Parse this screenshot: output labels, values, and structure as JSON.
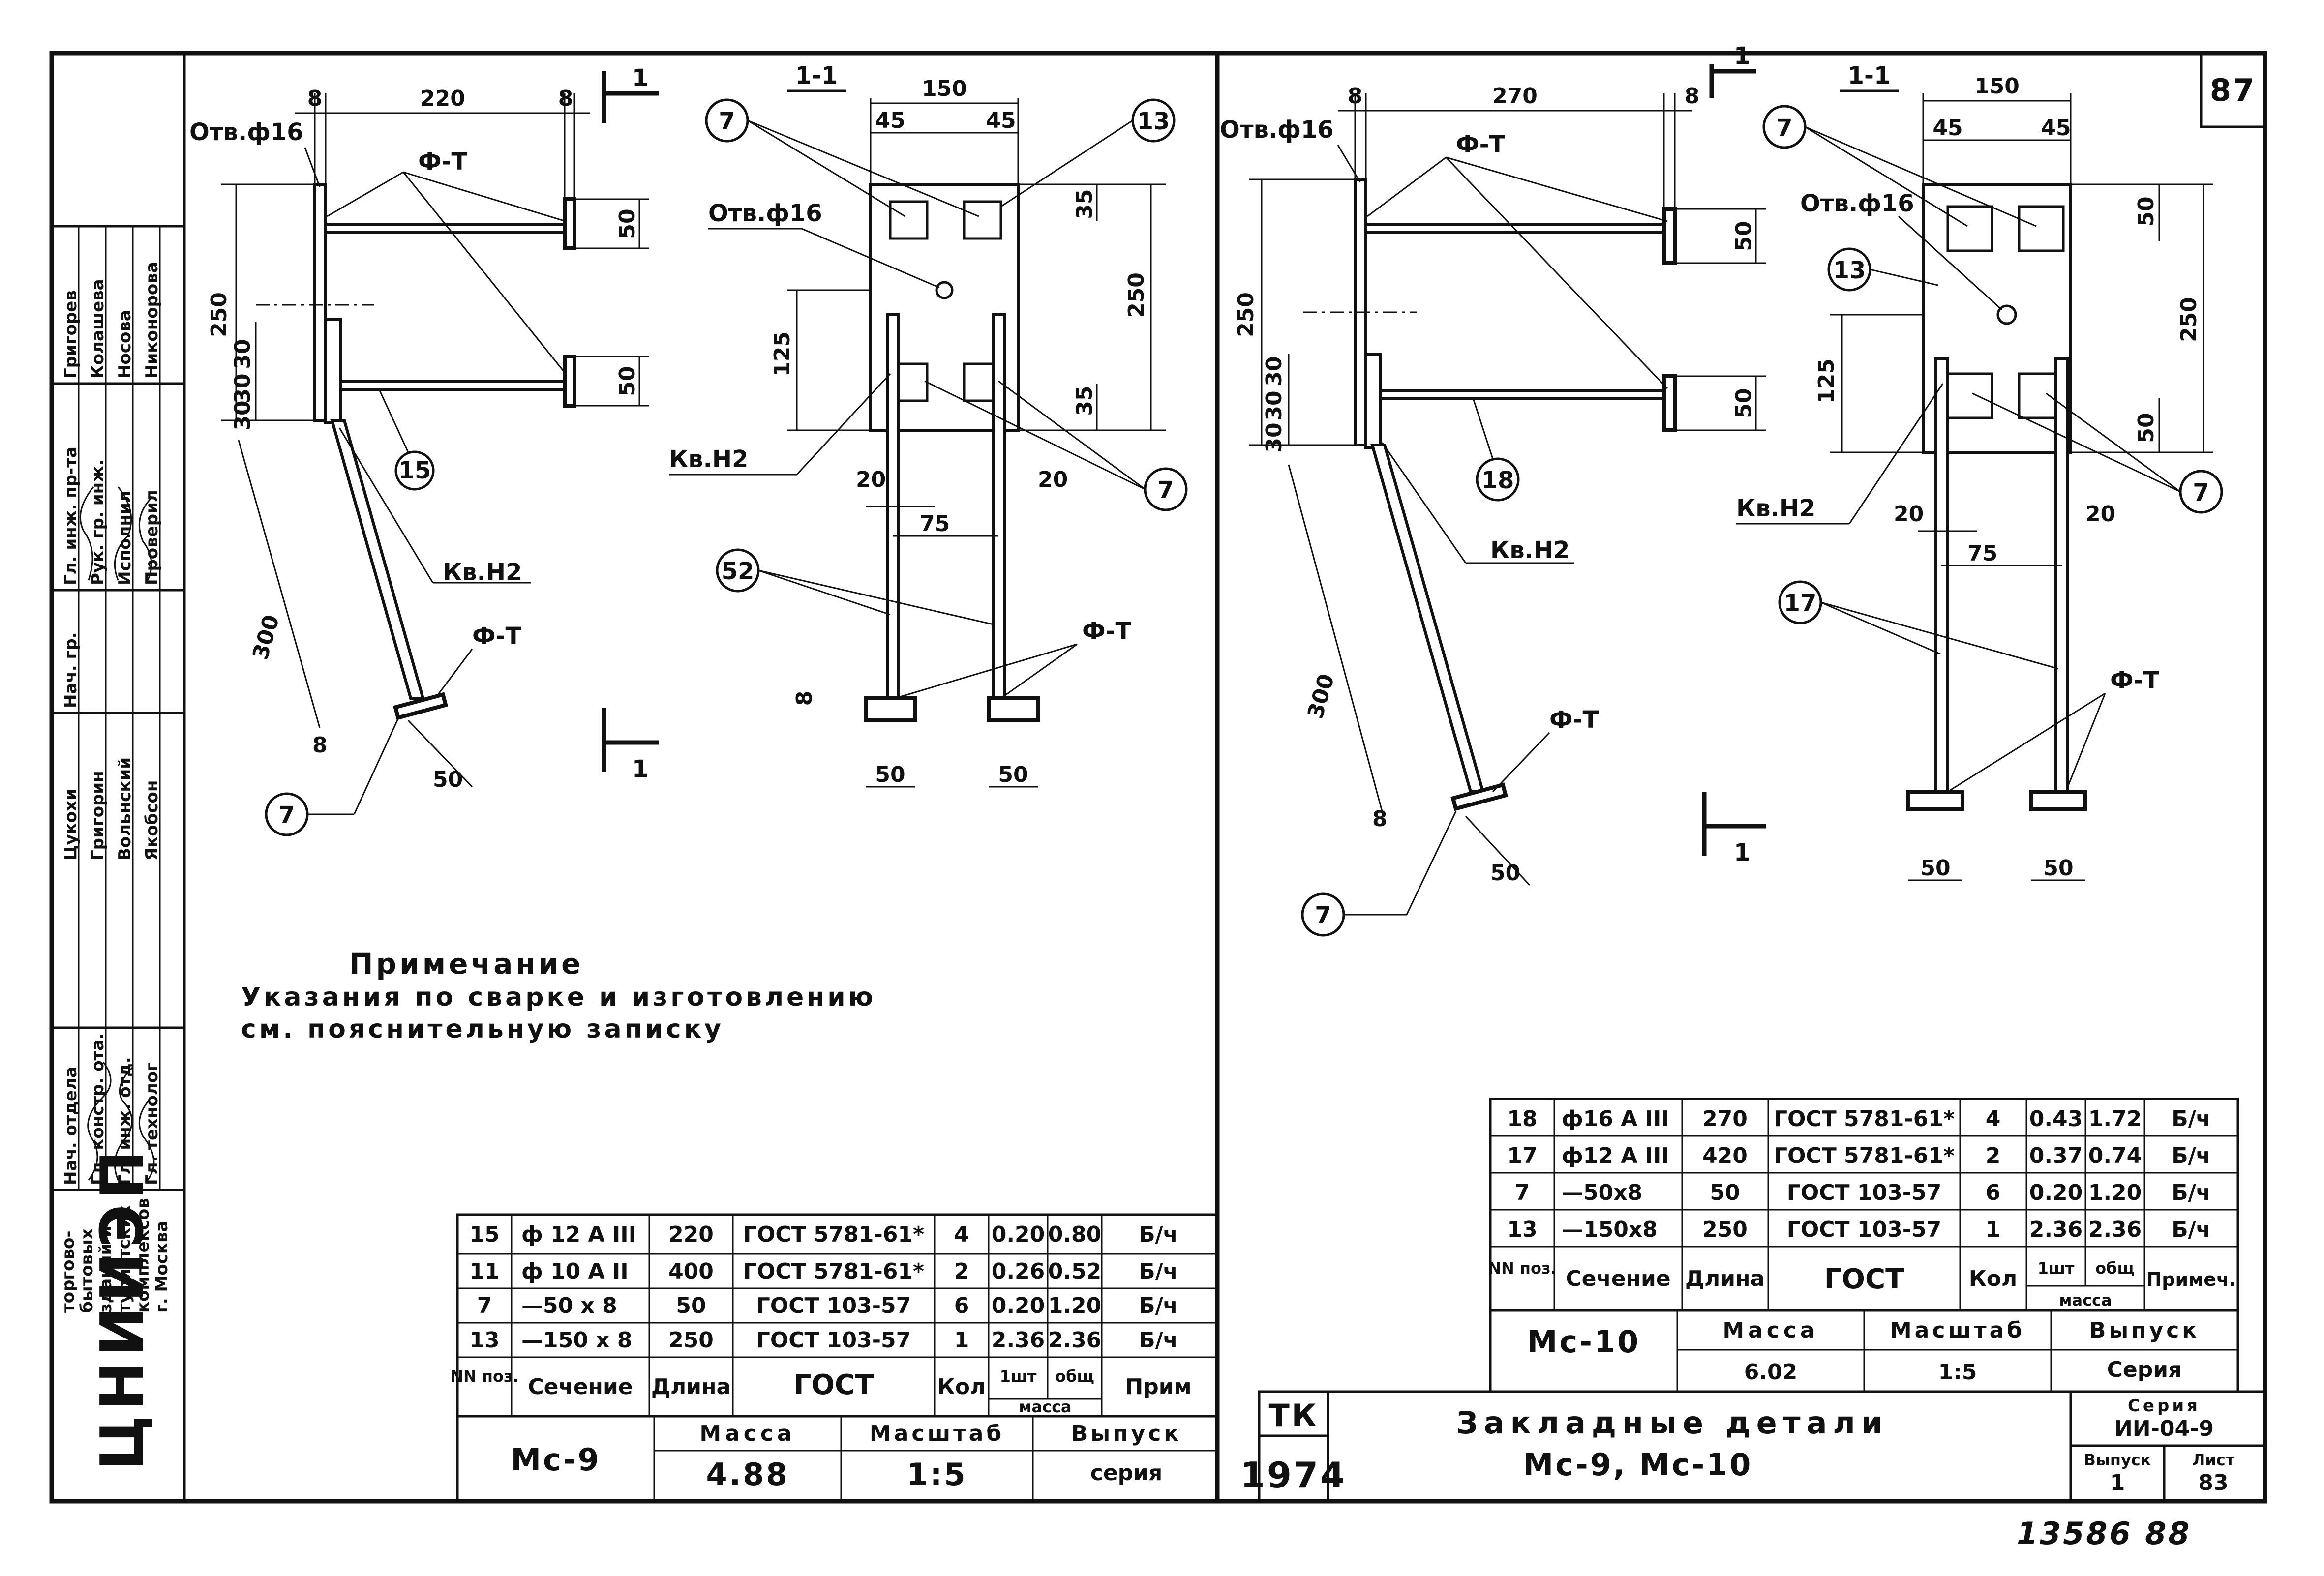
{
  "sheet_number": "87",
  "handwritten_number": "13586 88",
  "left": {
    "dims": {
      "w8a": "8",
      "w220": "220",
      "w8b": "8",
      "h250": "250",
      "h50a": "50",
      "h50b": "50",
      "h30a": "30",
      "h30b": "30",
      "h30c": "30",
      "l300": "300",
      "t8": "8",
      "w50": "50"
    },
    "labels": {
      "hole": "Отв.ф16",
      "ft1": "Ф-Т",
      "kv": "Кв.Н2",
      "ft2": "Ф-Т",
      "n15": "15",
      "n7": "7",
      "cut": "1"
    },
    "section": {
      "title": "1-1",
      "w150": "150",
      "w45a": "45",
      "w45b": "45",
      "h35a": "35",
      "h250": "250",
      "h35b": "35",
      "h125": "125",
      "w20a": "20",
      "w20b": "20",
      "w75": "75",
      "h8": "8",
      "w50a": "50",
      "w50b": "50",
      "hole": "Отв.ф16",
      "kv": "Кв.Н2",
      "ft": "Ф-Т",
      "n7a": "7",
      "n13": "13",
      "n7b": "7",
      "n52": "52"
    }
  },
  "right": {
    "dims": {
      "w8a": "8",
      "w270": "270",
      "w8b": "8",
      "h250": "250",
      "h50a": "50",
      "h50b": "50",
      "h30a": "30",
      "h30b": "30",
      "h30c": "30",
      "l300": "300",
      "t8": "8",
      "w50": "50"
    },
    "labels": {
      "hole": "Отв.ф16",
      "ft1": "Ф-Т",
      "kv": "Кв.Н2",
      "ft2": "Ф-Т",
      "n18": "18",
      "n7": "7",
      "cut": "1"
    },
    "section": {
      "title": "1-1",
      "w150": "150",
      "w45a": "45",
      "w45b": "45",
      "h50a": "50",
      "h250": "250",
      "h50b": "50",
      "h125": "125",
      "w20a": "20",
      "w20b": "20",
      "w75": "75",
      "w50a": "50",
      "w50b": "50",
      "hole": "Отв.ф16",
      "kv": "Кв.Н2",
      "ft": "Ф-Т",
      "n7a": "7",
      "n13": "13",
      "n7b": "7",
      "n17": "17"
    }
  },
  "note": {
    "title": "Примечание",
    "line1": "Указания по сварке и изготовлению",
    "line2": "см. пояснительную записку"
  },
  "table_left": {
    "rows": [
      [
        "15",
        "ф 12 А III",
        "220",
        "ГОСТ 5781-61*",
        "4",
        "0.20",
        "0.80",
        "Б/ч"
      ],
      [
        "11",
        "ф 10 А II",
        "400",
        "ГОСТ 5781-61*",
        "2",
        "0.26",
        "0.52",
        "Б/ч"
      ],
      [
        "7",
        "—50 х 8",
        "50",
        "ГОСТ 103-57",
        "6",
        "0.20",
        "1.20",
        "Б/ч"
      ],
      [
        "13",
        "—150 х 8",
        "250",
        "ГОСТ 103-57",
        "1",
        "2.36",
        "2.36",
        "Б/ч"
      ]
    ],
    "header": {
      "pos": "NN поз.",
      "section": "Сечение",
      "length": "Длина",
      "gost": "ГОСТ",
      "qty": "Кол",
      "one": "1шт",
      "total": "общ",
      "mass": "масса",
      "note": "Прим"
    },
    "footer": {
      "mark": "Мс-9",
      "mass_label": "Масса",
      "mass": "4.88",
      "scale_label": "Масштаб",
      "scale": "1:5",
      "issue_label": "Выпуск",
      "series_label": "серия"
    }
  },
  "table_right": {
    "rows": [
      [
        "18",
        "ф16 А III",
        "270",
        "ГОСТ 5781-61*",
        "4",
        "0.43",
        "1.72",
        "Б/ч"
      ],
      [
        "17",
        "ф12 А III",
        "420",
        "ГОСТ 5781-61*",
        "2",
        "0.37",
        "0.74",
        "Б/ч"
      ],
      [
        "7",
        "—50х8",
        "50",
        "ГОСТ 103-57",
        "6",
        "0.20",
        "1.20",
        "Б/ч"
      ],
      [
        "13",
        "—150х8",
        "250",
        "ГОСТ 103-57",
        "1",
        "2.36",
        "2.36",
        "Б/ч"
      ]
    ],
    "header": {
      "pos": "NN поз.",
      "section": "Сечение",
      "length": "Длина",
      "gost": "ГОСТ",
      "qty": "Кол",
      "one": "1шт",
      "total": "общ",
      "mass": "масса",
      "note": "Примеч."
    },
    "footer": {
      "mark": "Мс-10",
      "mass_label": "Масса",
      "mass": "6.02",
      "scale_label": "Масштаб",
      "scale": "1:5",
      "issue_label": "Выпуск",
      "series_label": "Серия"
    }
  },
  "title_block": {
    "tk": "ТК",
    "year": "1974",
    "title": "Закладные детали",
    "subtitle": "Мс-9, Мс-10",
    "series_label": "Серия",
    "series": "ИИ-04-9",
    "issue_label": "Выпуск",
    "issue": "1",
    "sheet_label": "Лист",
    "sheet": "83"
  },
  "stamp": {
    "org": "ЦНИИЭП",
    "org_text": [
      "торгово-",
      "бытовых",
      "зданий и",
      "туристских",
      "комплексов",
      "г. Москва"
    ],
    "roles": [
      "Нач. отдела",
      "Гл. констр. ота.",
      "Гл. инж. отд.",
      "Гл. технолог",
      "Нач. гр.",
      "Гл. инж. пр-та",
      "Рук. гр. инж.",
      "Исполнил",
      "Проверил"
    ],
    "names": [
      "Цукохи",
      "Григорин",
      "Вольнский",
      "Якобсон",
      "Григорев",
      "Колашева",
      "Носова",
      "Никонорова"
    ]
  }
}
